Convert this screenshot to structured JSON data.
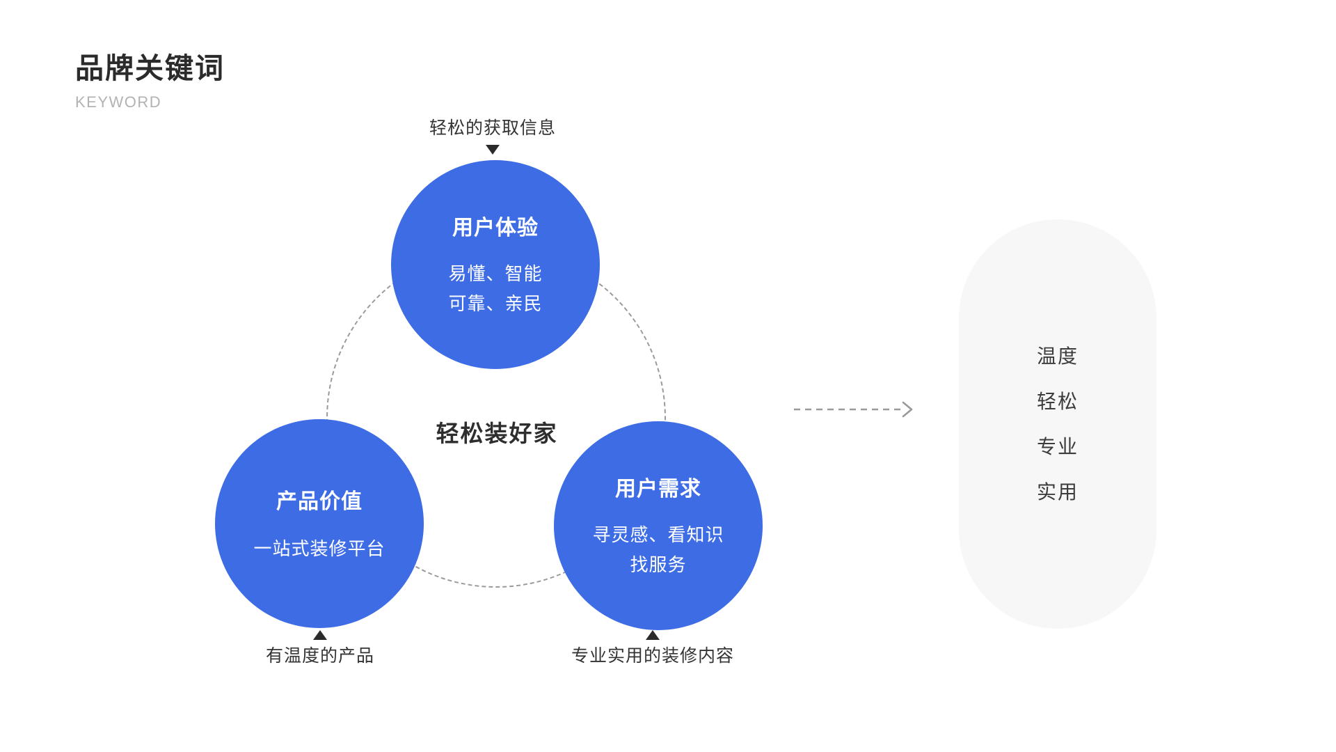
{
  "header": {
    "title": "品牌关键词",
    "subtitle": "KEYWORD"
  },
  "diagram": {
    "center_label": "轻松装好家",
    "nodes": [
      {
        "id": "user-experience",
        "title": "用户体验",
        "lines": [
          "易懂、智能",
          "可靠、亲民"
        ],
        "annotation": "轻松的获取信息",
        "arrow_direction": "down"
      },
      {
        "id": "product-value",
        "title": "产品价值",
        "lines": [
          "一站式装修平台"
        ],
        "annotation": "有温度的产品",
        "arrow_direction": "up"
      },
      {
        "id": "user-needs",
        "title": "用户需求",
        "lines": [
          "寻灵感、看知识",
          "找服务"
        ],
        "annotation": "专业实用的装修内容",
        "arrow_direction": "up"
      }
    ],
    "colors": {
      "node_fill": "#3d6ce5",
      "node_text": "#ffffff",
      "dashed_line": "#9a9a9a",
      "annotation_text": "#333333",
      "pointer": "#2b2b2b"
    }
  },
  "result_panel": {
    "background": "#f7f7f7",
    "keywords": [
      "温度",
      "轻松",
      "专业",
      "实用"
    ]
  }
}
